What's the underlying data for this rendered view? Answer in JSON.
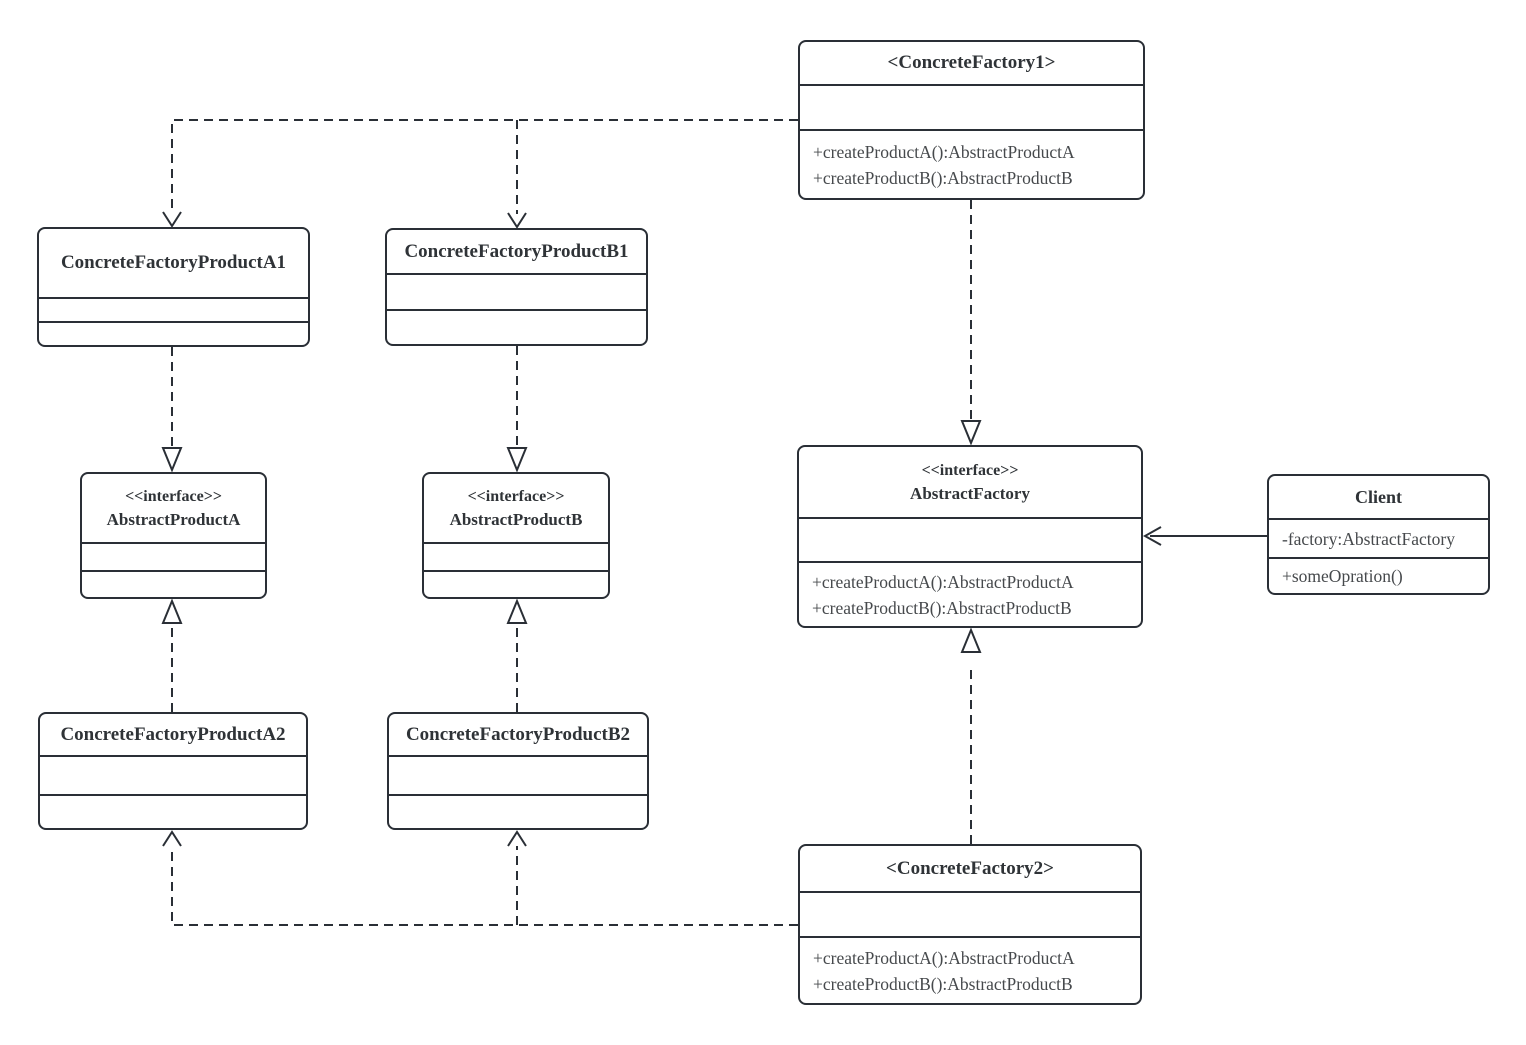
{
  "colors": {
    "border": "#2a2f36",
    "title_text": "#2f3337",
    "body_text": "#46494c",
    "background": "#ffffff"
  },
  "classes": {
    "concreteFactory1": {
      "title": "<ConcreteFactory1>",
      "attributes": [],
      "methods": [
        "+createProductA():AbstractProductA",
        "+createProductB():AbstractProductB"
      ]
    },
    "productA1": {
      "title": "ConcreteFactoryProductA1",
      "attributes": [],
      "methods": []
    },
    "productB1": {
      "title": "ConcreteFactoryProductB1",
      "attributes": [],
      "methods": []
    },
    "abstractProductA": {
      "stereotype": "<<interface>>",
      "name": "AbstractProductA",
      "attributes": [],
      "methods": []
    },
    "abstractProductB": {
      "stereotype": "<<interface>>",
      "name": "AbstractProductB",
      "attributes": [],
      "methods": []
    },
    "abstractFactory": {
      "stereotype": "<<interface>>",
      "name": "AbstractFactory",
      "attributes": [],
      "methods": [
        "+createProductA():AbstractProductA",
        "+createProductB():AbstractProductB"
      ]
    },
    "client": {
      "title": "Client",
      "attributes": [
        "-factory:AbstractFactory"
      ],
      "methods": [
        "+someOpration()"
      ]
    },
    "productA2": {
      "title": "ConcreteFactoryProductA2",
      "attributes": [],
      "methods": []
    },
    "productB2": {
      "title": "ConcreteFactoryProductB2",
      "attributes": [],
      "methods": []
    },
    "concreteFactory2": {
      "title": "<ConcreteFactory2>",
      "attributes": [],
      "methods": [
        "+createProductA():AbstractProductA",
        "+createProductB():AbstractProductB"
      ]
    }
  },
  "relationships": [
    {
      "type": "dashed-dependency",
      "from": "ConcreteFactory1",
      "to": "ConcreteFactoryProductA1"
    },
    {
      "type": "dashed-dependency",
      "from": "ConcreteFactory1",
      "to": "ConcreteFactoryProductB1"
    },
    {
      "type": "realization",
      "from": "ConcreteFactory1",
      "to": "AbstractFactory"
    },
    {
      "type": "realization",
      "from": "ConcreteFactory2",
      "to": "AbstractFactory"
    },
    {
      "type": "realization",
      "from": "ConcreteFactoryProductA1",
      "to": "AbstractProductA"
    },
    {
      "type": "realization",
      "from": "ConcreteFactoryProductA2",
      "to": "AbstractProductA"
    },
    {
      "type": "realization",
      "from": "ConcreteFactoryProductB1",
      "to": "AbstractProductB"
    },
    {
      "type": "realization",
      "from": "ConcreteFactoryProductB2",
      "to": "AbstractProductB"
    },
    {
      "type": "association",
      "from": "Client",
      "to": "AbstractFactory"
    },
    {
      "type": "dashed-dependency",
      "from": "ConcreteFactory2",
      "to": "ConcreteFactoryProductA2"
    },
    {
      "type": "dashed-dependency",
      "from": "ConcreteFactory2",
      "to": "ConcreteFactoryProductB2"
    }
  ]
}
